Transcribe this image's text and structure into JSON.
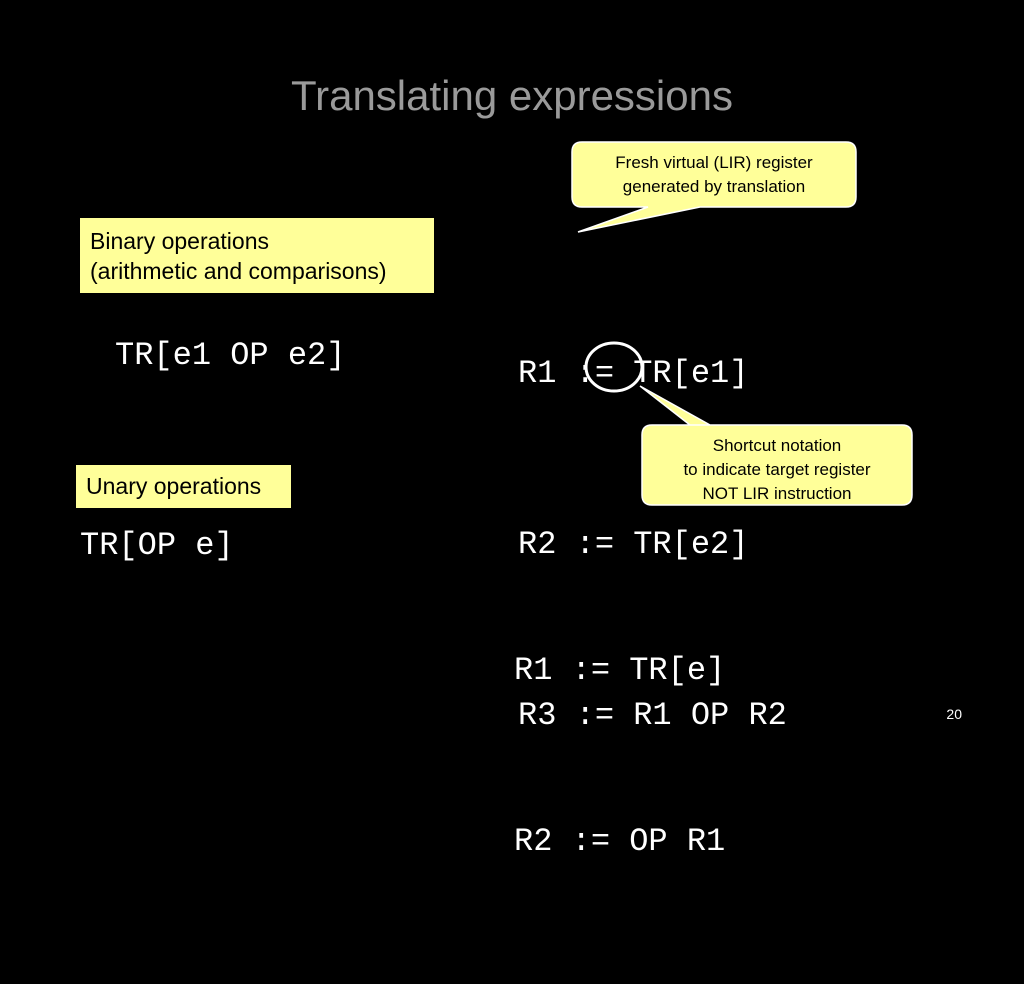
{
  "slide": {
    "title": "Translating expressions",
    "number": "20"
  },
  "binary": {
    "label_line1": "Binary operations",
    "label_line2": "(arithmetic and comparisons)",
    "expression": "TR[e1 OP e2]",
    "translation": [
      "R1 := TR[e1]",
      "R2 := TR[e2]",
      "R3 := R1 OP R2"
    ]
  },
  "unary": {
    "label": "Unary operations",
    "expression": "TR[OP e]",
    "translation": [
      "R1 := TR[e]",
      "R2 := OP R1"
    ]
  },
  "callouts": {
    "fresh": [
      "Fresh virtual (LIR) register",
      "generated by translation"
    ],
    "shortcut": [
      "Shortcut notation",
      "to indicate target register",
      "NOT LIR instruction"
    ]
  },
  "colors": {
    "background": "#000000",
    "title": "#9a9a9a",
    "label_fill": "#ffff99",
    "callout_fill": "#ffff99",
    "code": "#ffffff"
  }
}
